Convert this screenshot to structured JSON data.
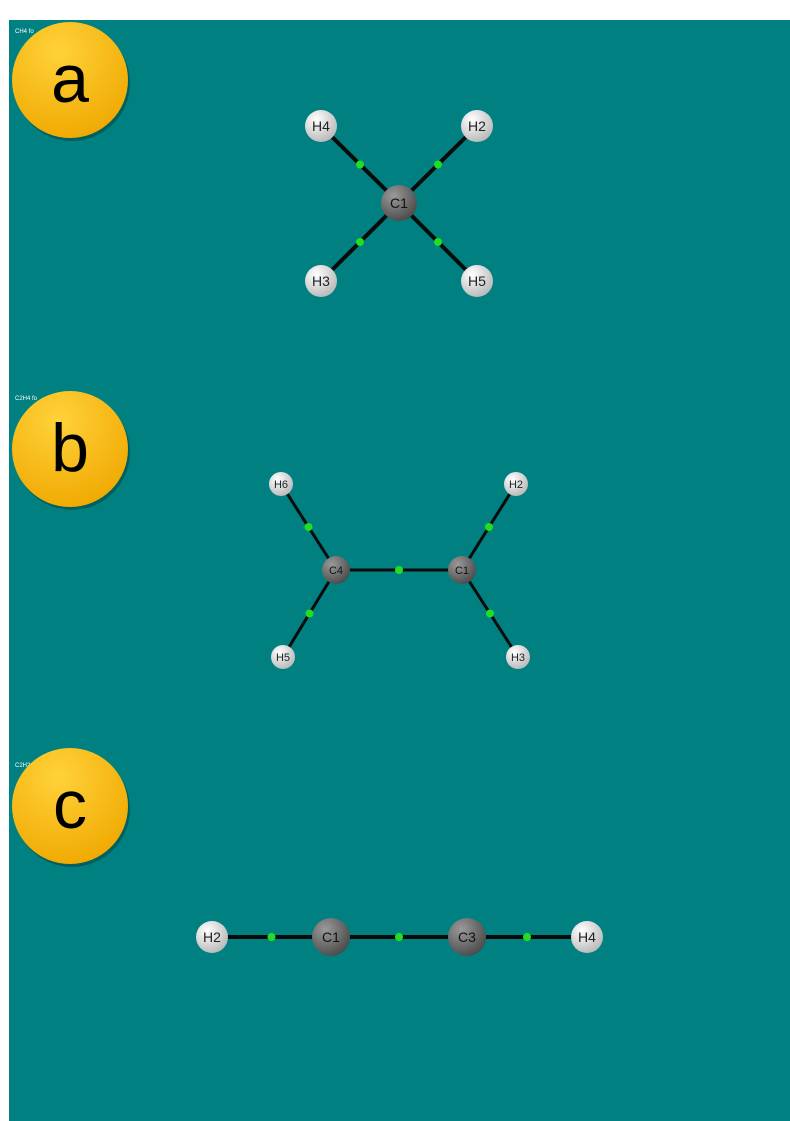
{
  "colors": {
    "background": "#008080",
    "bond": "#0a0a0a",
    "critical_point": "#22dd22",
    "carbon": "#6a6a6a",
    "hydrogen": "#e0e0e0",
    "badge": "#fbbf1c"
  },
  "panels": [
    {
      "badge": "a",
      "caption": "CH4 fo",
      "atoms": [
        {
          "label": "C1",
          "el": "C"
        },
        {
          "label": "H4",
          "el": "H"
        },
        {
          "label": "H2",
          "el": "H"
        },
        {
          "label": "H3",
          "el": "H"
        },
        {
          "label": "H5",
          "el": "H"
        }
      ],
      "bonds": [
        [
          0,
          1
        ],
        [
          0,
          2
        ],
        [
          0,
          3
        ],
        [
          0,
          4
        ]
      ]
    },
    {
      "badge": "b",
      "caption": "C2H4 fo",
      "atoms": [
        {
          "label": "C4",
          "el": "C"
        },
        {
          "label": "C1",
          "el": "C"
        },
        {
          "label": "H6",
          "el": "H"
        },
        {
          "label": "H2",
          "el": "H"
        },
        {
          "label": "H5",
          "el": "H"
        },
        {
          "label": "H3",
          "el": "H"
        }
      ],
      "bonds": [
        [
          0,
          1
        ],
        [
          0,
          2
        ],
        [
          0,
          4
        ],
        [
          1,
          3
        ],
        [
          1,
          5
        ]
      ]
    },
    {
      "badge": "c",
      "caption": "C2H2",
      "atoms": [
        {
          "label": "H2",
          "el": "H"
        },
        {
          "label": "C1",
          "el": "C"
        },
        {
          "label": "C3",
          "el": "C"
        },
        {
          "label": "H4",
          "el": "H"
        }
      ],
      "bonds": [
        [
          0,
          1
        ],
        [
          1,
          2
        ],
        [
          2,
          3
        ]
      ]
    }
  ]
}
